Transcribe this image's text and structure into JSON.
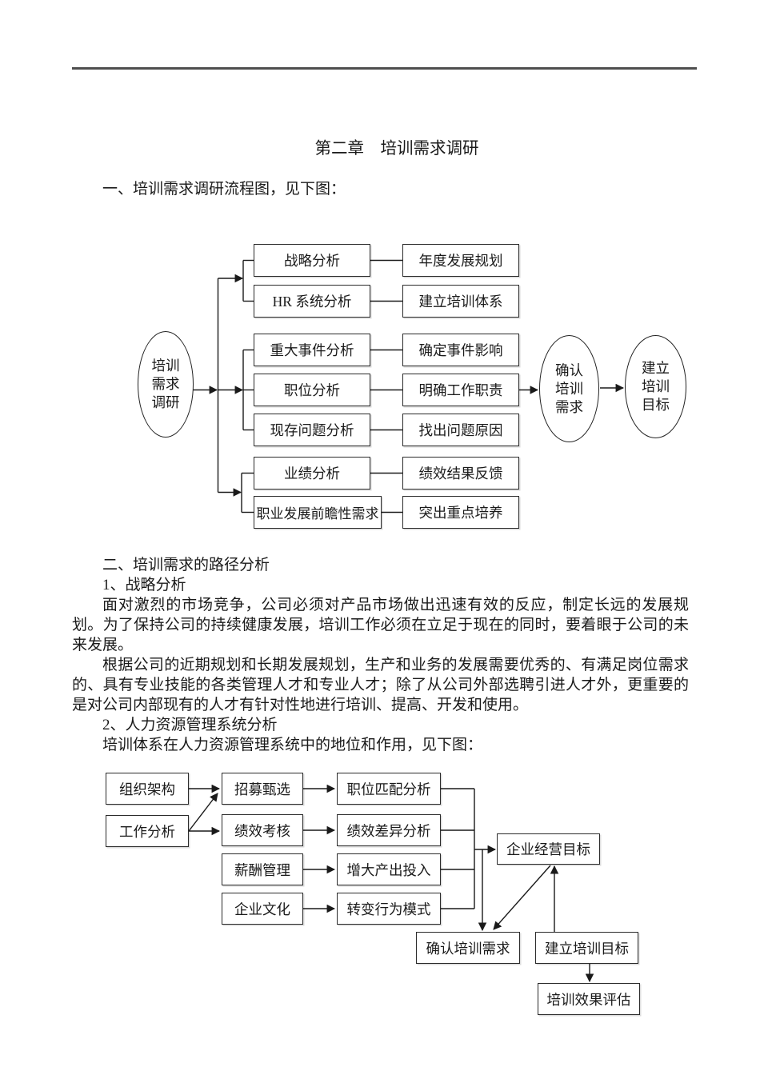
{
  "colors": {
    "ink": "#1a1a1a",
    "box_border": "#2b2b2b",
    "header_rule": "#4f4f4f"
  },
  "page": {
    "title": "第二章　培训需求调研",
    "section1_heading": "一、培训需求调研流程图，见下图：",
    "section2_heading": "二、培训需求的路径分析",
    "sub1_heading": "1、战略分析",
    "para1": "面对激烈的市场竞争，公司必须对产品市场做出迅速有效的反应，制定长远的发展规划。为了保持公司的持续健康发展，培训工作必须在立足于现在的同时，要着眼于公司的未来发展。",
    "para2": "根据公司的近期规划和长期发展规划，生产和业务的发展需要优秀的、有满足岗位需求的、具有专业技能的各类管理人才和专业人才；除了从公司外部选聘引进人才外，更重要的是对公司内部现有的人才有针对性地进行培训、提高、开发和使用。",
    "sub2_heading": "2、人力资源管理系统分析",
    "chart2_intro": "培训体系在人力资源管理系统中的地位和作用，见下图："
  },
  "flowchart1": {
    "source_lines": [
      "培训",
      "需求",
      "调研"
    ],
    "rows": [
      {
        "analysis": "战略分析",
        "result": "年度发展规划"
      },
      {
        "analysis": "HR 系统分析",
        "result": "建立培训体系"
      },
      {
        "analysis": "重大事件分析",
        "result": "确定事件影响"
      },
      {
        "analysis": "职位分析",
        "result": "明确工作职责"
      },
      {
        "analysis": "现存问题分析",
        "result": "找出问题原因"
      },
      {
        "analysis": "业绩分析",
        "result": "绩效结果反馈"
      },
      {
        "analysis": "职业发展前瞻性需求",
        "result": "突出重点培养"
      }
    ],
    "outcome1_lines": [
      "确认",
      "培训",
      "需求"
    ],
    "outcome2_lines": [
      "建立",
      "培训",
      "目标"
    ]
  },
  "flowchart2": {
    "inputs": [
      "组织架构",
      "工作分析"
    ],
    "rows": [
      {
        "process": "招募甄选",
        "outcome": "职位匹配分析"
      },
      {
        "process": "绩效考核",
        "outcome": "绩效差异分析"
      },
      {
        "process": "薪酬管理",
        "outcome": "增大产出投入"
      },
      {
        "process": "企业文化",
        "outcome": "转变行为模式"
      }
    ],
    "goal": "企业经营目标",
    "confirm_needs": "确认培训需求",
    "set_objectives": "建立培训目标",
    "evaluation": "培训效果评估"
  }
}
